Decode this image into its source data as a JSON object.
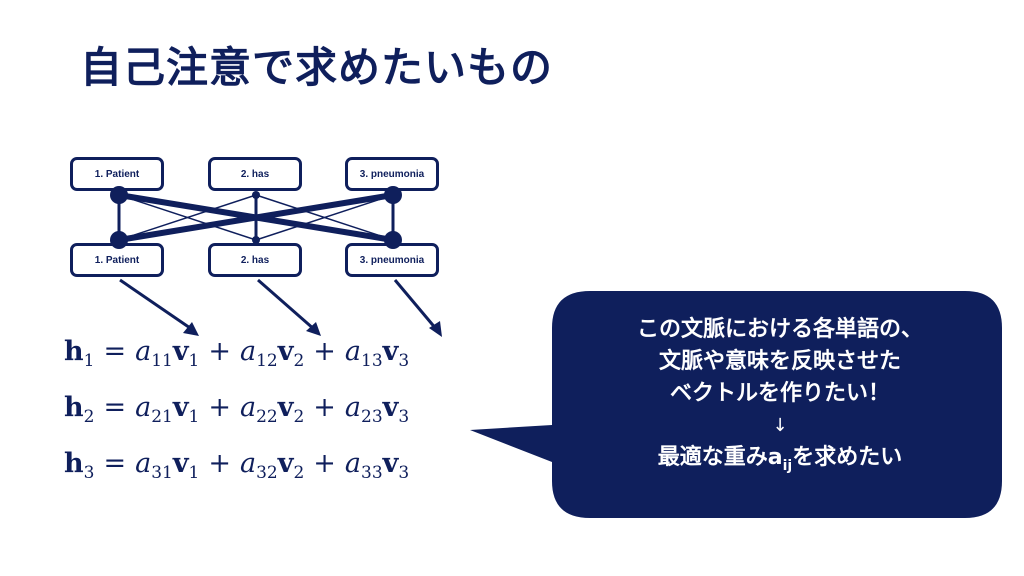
{
  "title": "自己注意で求めたいもの",
  "colors": {
    "primary": "#0f1f5c",
    "background": "#ffffff"
  },
  "diagram": {
    "top_tokens": [
      "1. Patient",
      "2. has",
      "3. pneumonia"
    ],
    "bottom_tokens": [
      "1. Patient",
      "2. has",
      "3. pneumonia"
    ]
  },
  "equations": [
    {
      "lhs": "h",
      "lhs_sub": "1",
      "eq": "=",
      "plus": "+",
      "terms": [
        {
          "a": "a",
          "a_sub": "11",
          "v": "v",
          "v_sub": "1"
        },
        {
          "a": "a",
          "a_sub": "12",
          "v": "v",
          "v_sub": "2"
        },
        {
          "a": "a",
          "a_sub": "13",
          "v": "v",
          "v_sub": "3"
        }
      ]
    },
    {
      "lhs": "h",
      "lhs_sub": "2",
      "eq": "=",
      "plus": "+",
      "terms": [
        {
          "a": "a",
          "a_sub": "21",
          "v": "v",
          "v_sub": "1"
        },
        {
          "a": "a",
          "a_sub": "22",
          "v": "v",
          "v_sub": "2"
        },
        {
          "a": "a",
          "a_sub": "23",
          "v": "v",
          "v_sub": "3"
        }
      ]
    },
    {
      "lhs": "h",
      "lhs_sub": "3",
      "eq": "=",
      "plus": "+",
      "terms": [
        {
          "a": "a",
          "a_sub": "31",
          "v": "v",
          "v_sub": "1"
        },
        {
          "a": "a",
          "a_sub": "32",
          "v": "v",
          "v_sub": "2"
        },
        {
          "a": "a",
          "a_sub": "33",
          "v": "v",
          "v_sub": "3"
        }
      ]
    }
  ],
  "callout": {
    "line1": "この文脈における各単語の、",
    "line2": "文脈や意味を反映させた",
    "line3": "ベクトルを作りたい！",
    "arrow": "↓",
    "line4_pre": "最適な重み",
    "line4_var": "a",
    "line4_sub": "ij",
    "line4_post": "を求めたい"
  }
}
